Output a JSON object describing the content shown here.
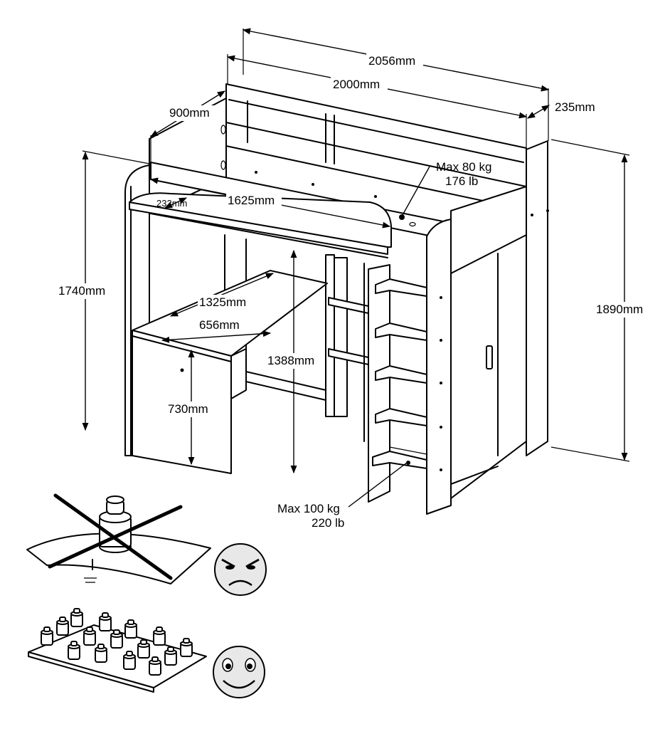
{
  "dimensions": {
    "outer_length": "2056mm",
    "bed_length": "2000mm",
    "bed_width": "900mm",
    "wardrobe_depth": "235mm",
    "total_height_left": "1740mm",
    "total_height_right": "1890mm",
    "desk_top_length": "1625mm",
    "desk_depth": "232mm",
    "desk_length": "1325mm",
    "desk_width": "656mm",
    "under_bed_height": "1388mm",
    "desk_height": "730mm"
  },
  "loads": {
    "bed_max_kg": "Max 80 kg",
    "bed_max_lb": "176 lb",
    "ladder_max_kg": "Max 100 kg",
    "ladder_max_lb": "220 lb"
  },
  "icons": {
    "point_load": "crossed-out-single-weight-icon",
    "angry": "angry-face-icon",
    "spread_load": "distributed-weights-icon",
    "happy": "happy-face-icon"
  }
}
